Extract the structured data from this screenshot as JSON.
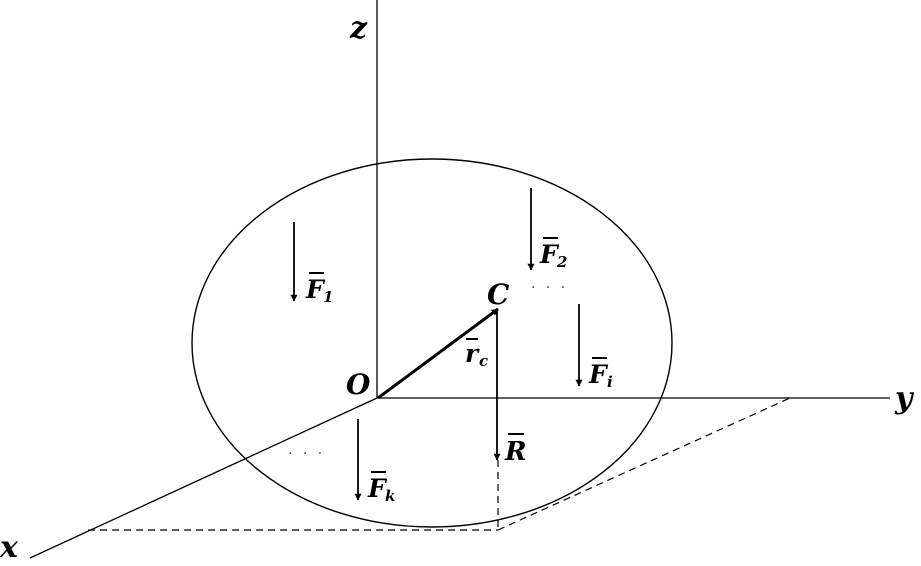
{
  "axes": {
    "z": "z",
    "y": "y",
    "x": "x"
  },
  "points": {
    "origin": "O",
    "centroid": "C"
  },
  "vectors": {
    "F1": {
      "symbol": "F",
      "sub": "1"
    },
    "F2": {
      "symbol": "F",
      "sub": "2"
    },
    "Fi": {
      "symbol": "F",
      "sub": "i"
    },
    "Fk": {
      "symbol": "F",
      "sub": "k"
    },
    "R": {
      "symbol": "R",
      "sub": ""
    },
    "rc": {
      "symbol": "r",
      "sub": "c"
    }
  },
  "ellipsis": {
    "upper": "· · ·",
    "lower": "· · ·"
  }
}
